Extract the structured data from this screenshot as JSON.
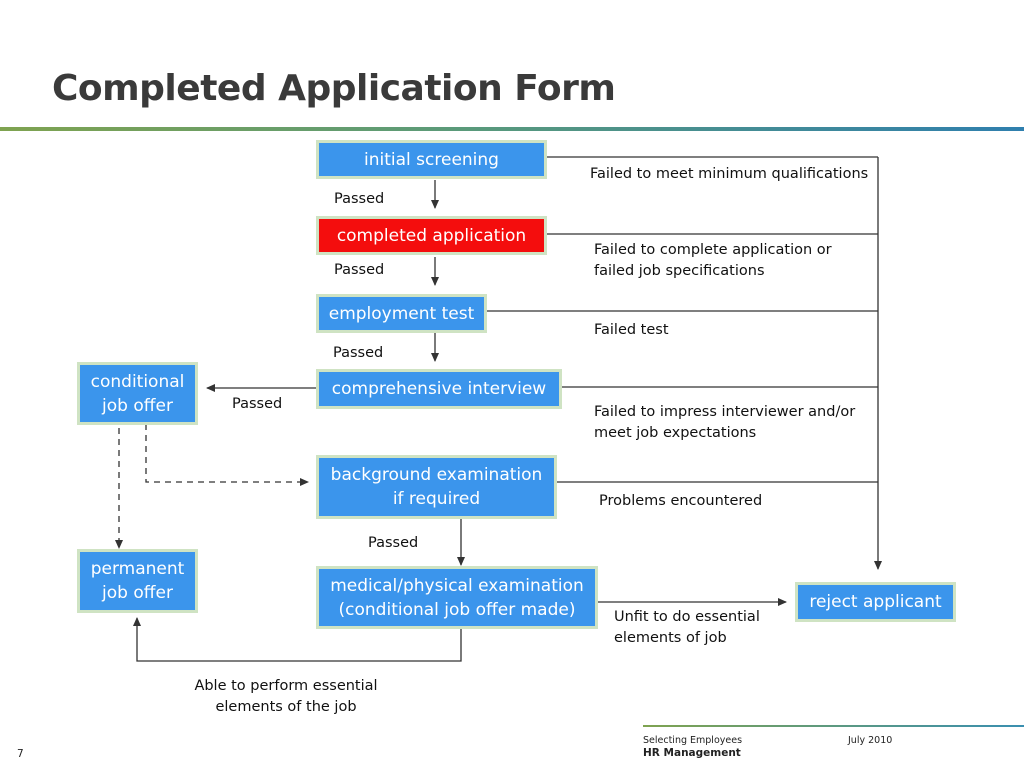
{
  "slide": {
    "title": "Completed Application Form",
    "page_number": "7"
  },
  "boxes": {
    "initial_screening": "initial screening",
    "completed_application": "completed application",
    "employment_test": "employment test",
    "comprehensive_interview": "comprehensive interview",
    "background_examination": "background examination\nif required",
    "medical_examination": "medical/physical examination\n(conditional job offer made)",
    "conditional_offer": "conditional\njob offer",
    "permanent_offer": "permanent\njob offer",
    "reject_applicant": "reject applicant"
  },
  "labels": {
    "passed_1": "Passed",
    "passed_2": "Passed",
    "passed_3": "Passed",
    "passed_4": "Passed",
    "passed_5": "Passed",
    "fail_qualifications": "Failed to meet minimum qualifications",
    "fail_application": "Failed to complete application or\nfailed job specifications",
    "fail_test": "Failed test",
    "fail_interview": "Failed to impress interviewer and/or\nmeet job expectations",
    "fail_background": "Problems encountered",
    "fail_medical": "Unfit to do essential\nelements of job",
    "able_to_perform": "Able to perform essential\nelements of the job"
  },
  "footer": {
    "course": "Selecting Employees",
    "date": "July 2010",
    "subject": "HR Management"
  },
  "colors": {
    "box_blue": "#3b95ec",
    "box_red": "#f40d0d",
    "box_border": "#cfe3c3",
    "title": "#3a3a3a",
    "line": "#333333"
  }
}
